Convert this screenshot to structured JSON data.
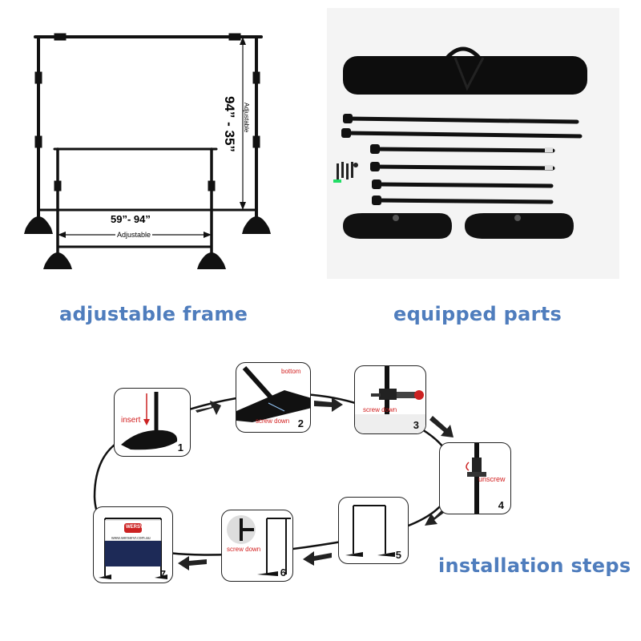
{
  "frame_panel": {
    "height_range": "94” - 35”",
    "height_note": "Adjustable",
    "width_range": "59”- 94”",
    "width_note": "Adjustable"
  },
  "captions": {
    "frame": "adjustable frame",
    "parts": "equipped parts",
    "install": "installation steps"
  },
  "steps": [
    {
      "number": "1",
      "tag": "insert"
    },
    {
      "number": "2",
      "tag": "screw down",
      "tag2": "bottom"
    },
    {
      "number": "3",
      "tag": "screw down"
    },
    {
      "number": "4",
      "tag": "unscrew"
    },
    {
      "number": "5",
      "tag": ""
    },
    {
      "number": "6",
      "tag": "screw down"
    },
    {
      "number": "7",
      "tag": "WERSVR",
      "banner_url": "www.werservr.com.au"
    }
  ],
  "colors": {
    "caption": "#4f7dbd",
    "tag": "#d21f1f",
    "frame_metal": "#111111"
  }
}
